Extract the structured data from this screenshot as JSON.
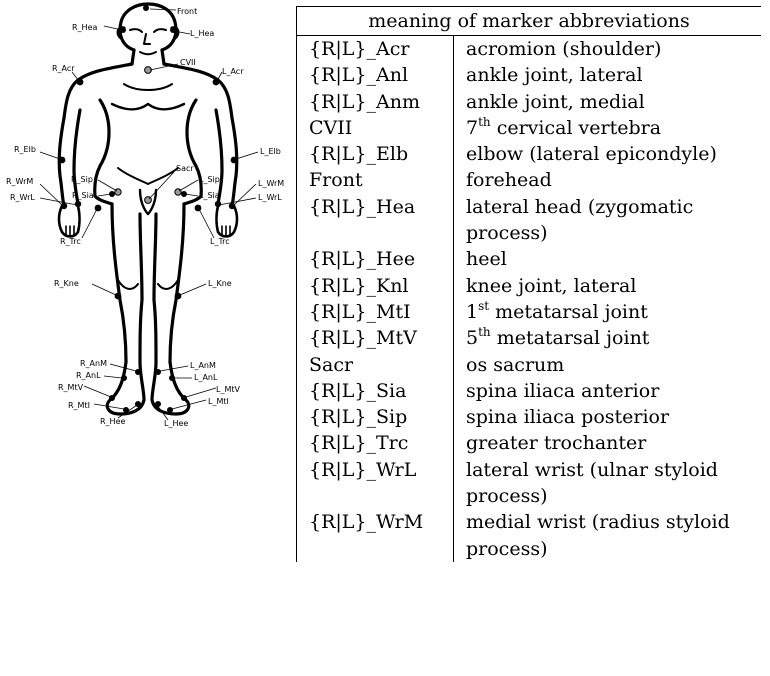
{
  "table": {
    "header": "meaning of marker abbreviations",
    "rows": [
      {
        "abbr": "{R|L}_Acr",
        "meaning": "acromion (shoulder)"
      },
      {
        "abbr": "{R|L}_Anl",
        "meaning": "ankle joint, lateral"
      },
      {
        "abbr": "{R|L}_Anm",
        "meaning": "ankle joint, medial"
      },
      {
        "abbr": "CVII",
        "meaning_pre": "7",
        "meaning_sup": "th",
        "meaning": " cervical vertebra"
      },
      {
        "abbr": "{R|L}_Elb",
        "meaning": "elbow (lateral epicondyle)"
      },
      {
        "abbr": "Front",
        "meaning": "forehead"
      },
      {
        "abbr": "{R|L}_Hea",
        "meaning": "lateral head (zygomatic process)"
      },
      {
        "abbr": "{R|L}_Hee",
        "meaning": "heel"
      },
      {
        "abbr": "{R|L}_Knl",
        "meaning": "knee joint, lateral"
      },
      {
        "abbr": "{R|L}_MtI",
        "meaning_pre": "1",
        "meaning_sup": "st",
        "meaning": " metatarsal joint"
      },
      {
        "abbr": "{R|L}_MtV",
        "meaning_pre": "5",
        "meaning_sup": "th",
        "meaning": " metatarsal joint"
      },
      {
        "abbr": "Sacr",
        "meaning": "os sacrum"
      },
      {
        "abbr": "{R|L}_Sia",
        "meaning": "spina iliaca anterior"
      },
      {
        "abbr": "{R|L}_Sip",
        "meaning": "spina iliaca posterior"
      },
      {
        "abbr": "{R|L}_Trc",
        "meaning": "greater trochanter"
      },
      {
        "abbr": "{R|L}_WrL",
        "meaning": "lateral wrist (ulnar styloid process)"
      },
      {
        "abbr": "{R|L}_WrM",
        "meaning": "medial wrist (radius styloid process)"
      }
    ]
  },
  "figure": {
    "labels": {
      "front": "Front",
      "r_hea": "R_Hea",
      "l_hea": "L_Hea",
      "cvii": "CVII",
      "r_acr": "R_Acr",
      "l_acr": "L_Acr",
      "r_elb": "R_Elb",
      "l_elb": "L_Elb",
      "sacr": "Sacr",
      "r_wrm": "R_WrM",
      "r_sip": "R_Sip",
      "l_sip": "L_Sip",
      "l_wrm": "L_WrM",
      "r_sia": "R_Sia",
      "l_sia": "L_Sia",
      "r_wrl": "R_WrL",
      "l_wrl": "L_WrL",
      "r_trc": "R_Trc",
      "l_trc": "L_Trc",
      "r_kne": "R_Kne",
      "l_kne": "L_Kne",
      "r_anm": "R_AnM",
      "l_anm": "L_AnM",
      "r_anl": "R_AnL",
      "l_anl": "L_AnL",
      "r_mtv": "R_MtV",
      "l_mtv": "L_MtV",
      "r_mti": "R_MtI",
      "l_mti": "L_MtI",
      "r_hee": "R_Hee",
      "l_hee": "L_Hee"
    }
  }
}
